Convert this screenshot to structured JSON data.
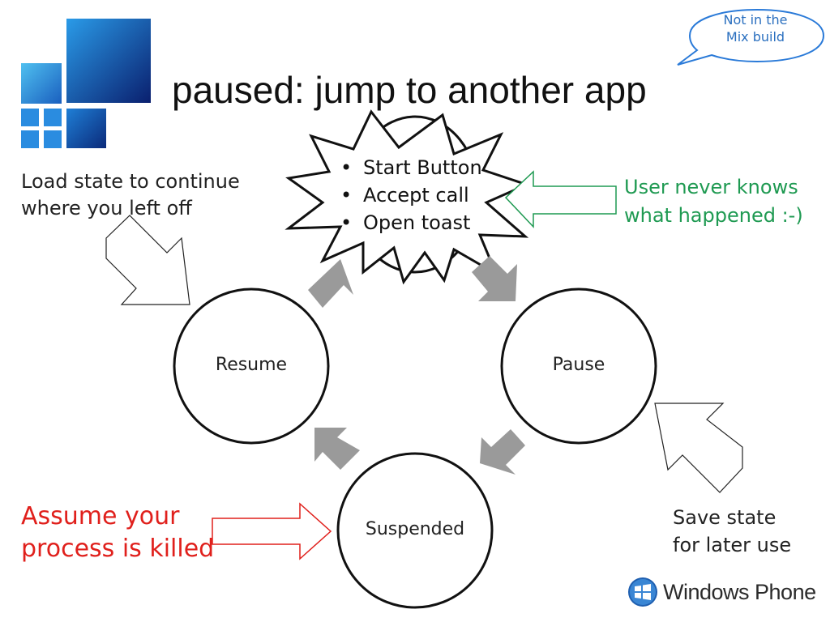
{
  "title": "paused: jump to another app",
  "callout": {
    "lines": [
      "Not in the",
      "Mix build"
    ]
  },
  "burst_items": [
    "Start Button",
    "Accept call",
    "Open toast"
  ],
  "annotations": {
    "load_state": [
      "Load state to continue",
      "where you left off"
    ],
    "user_never_knows": [
      "User never knows",
      "what happened :-)"
    ],
    "assume_killed": [
      "Assume your",
      "process is killed"
    ],
    "save_state": [
      "Save state",
      "for later use"
    ]
  },
  "states": {
    "resume": "Resume",
    "pause": "Pause",
    "suspended": "Suspended"
  },
  "brand": {
    "name": "Windows Phone",
    "icon": "windows-flag-icon"
  },
  "colors": {
    "title": "#111111",
    "green_note": "#1f9a52",
    "red_note": "#e0201c",
    "callout": "#2a6fbf",
    "cycle_arrows": "#9a9a9a",
    "logo_dark": "#0b2a7a",
    "logo_light": "#2a8ce0"
  }
}
